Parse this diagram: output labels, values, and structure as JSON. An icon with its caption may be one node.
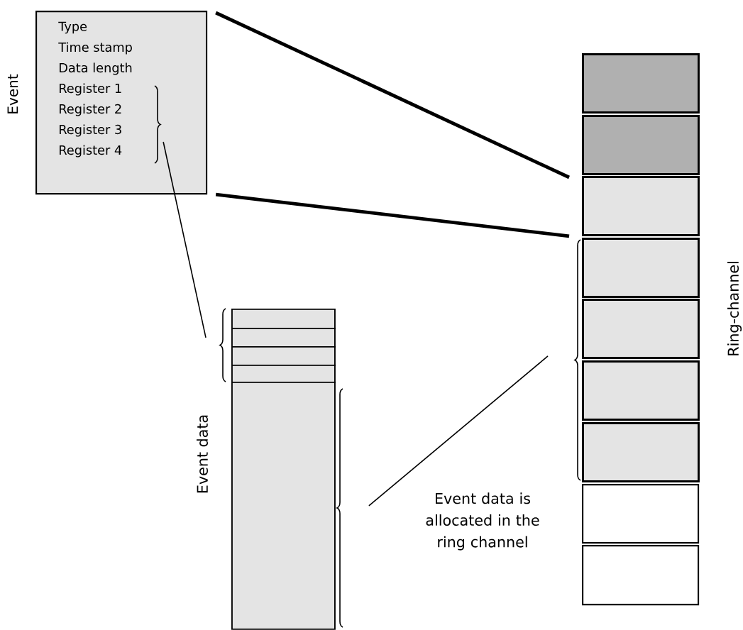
{
  "diagram": {
    "nodes": [
      {
        "text": [
          "Event",
          "Type",
          "Time stamp",
          "Data length",
          "Register 1",
          "Register 2",
          "Register 3",
          "Register 4"
        ]
      },
      {
        "text": [],
        "shape": "box"
      },
      {
        "text": [],
        "shape": "box"
      },
      {
        "text": [],
        "shape": "box"
      },
      {
        "text": [],
        "shape": "box"
      },
      {
        "text": [],
        "shape": "box"
      },
      {
        "text": [],
        "shape": "box"
      },
      {
        "text": [],
        "shape": "box"
      },
      {
        "text": [],
        "shape": "box"
      },
      {
        "text": [],
        "shape": "box"
      },
      {
        "text": [],
        "shape": "box"
      },
      {
        "text": [],
        "shape": "box"
      },
      {
        "text": [],
        "shape": "box"
      },
      {
        "text": [],
        "shape": "box"
      },
      {
        "text": [],
        "shape": "box"
      }
    ],
    "edges": [
      {
        "from": 0,
        "to": 3,
        "arrow": "none",
        "style": "thick"
      },
      {
        "from": 0,
        "to": 3,
        "arrow": "none",
        "style": "thick"
      },
      {
        "from": 0,
        "to": 11,
        "arrow": "none"
      },
      {
        "from": 14,
        "to": 5,
        "arrow": "none"
      }
    ],
    "labels": [
      "Ring-channel",
      "Event data",
      "Event data is allocated in the ring channel"
    ]
  }
}
